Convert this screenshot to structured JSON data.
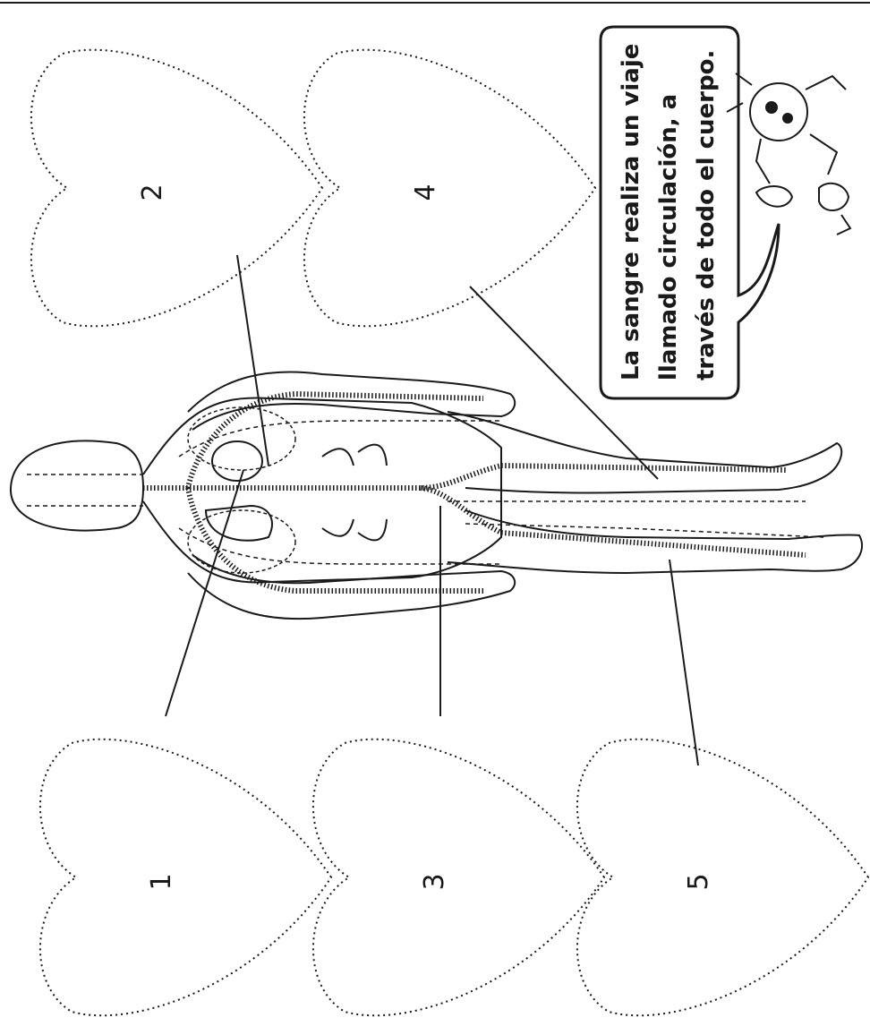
{
  "hearts": [
    {
      "id": "heart-1",
      "number": "1"
    },
    {
      "id": "heart-2",
      "number": "2"
    },
    {
      "id": "heart-3",
      "number": "3"
    },
    {
      "id": "heart-4",
      "number": "4"
    },
    {
      "id": "heart-5",
      "number": "5"
    }
  ],
  "speech_bubble": {
    "lines": [
      "La sangre realiza un viaje",
      "llamado circulación, a",
      "través de todo el cuerpo."
    ]
  },
  "colors": {
    "ink": "#1a1a1a",
    "paper": "#ffffff"
  }
}
